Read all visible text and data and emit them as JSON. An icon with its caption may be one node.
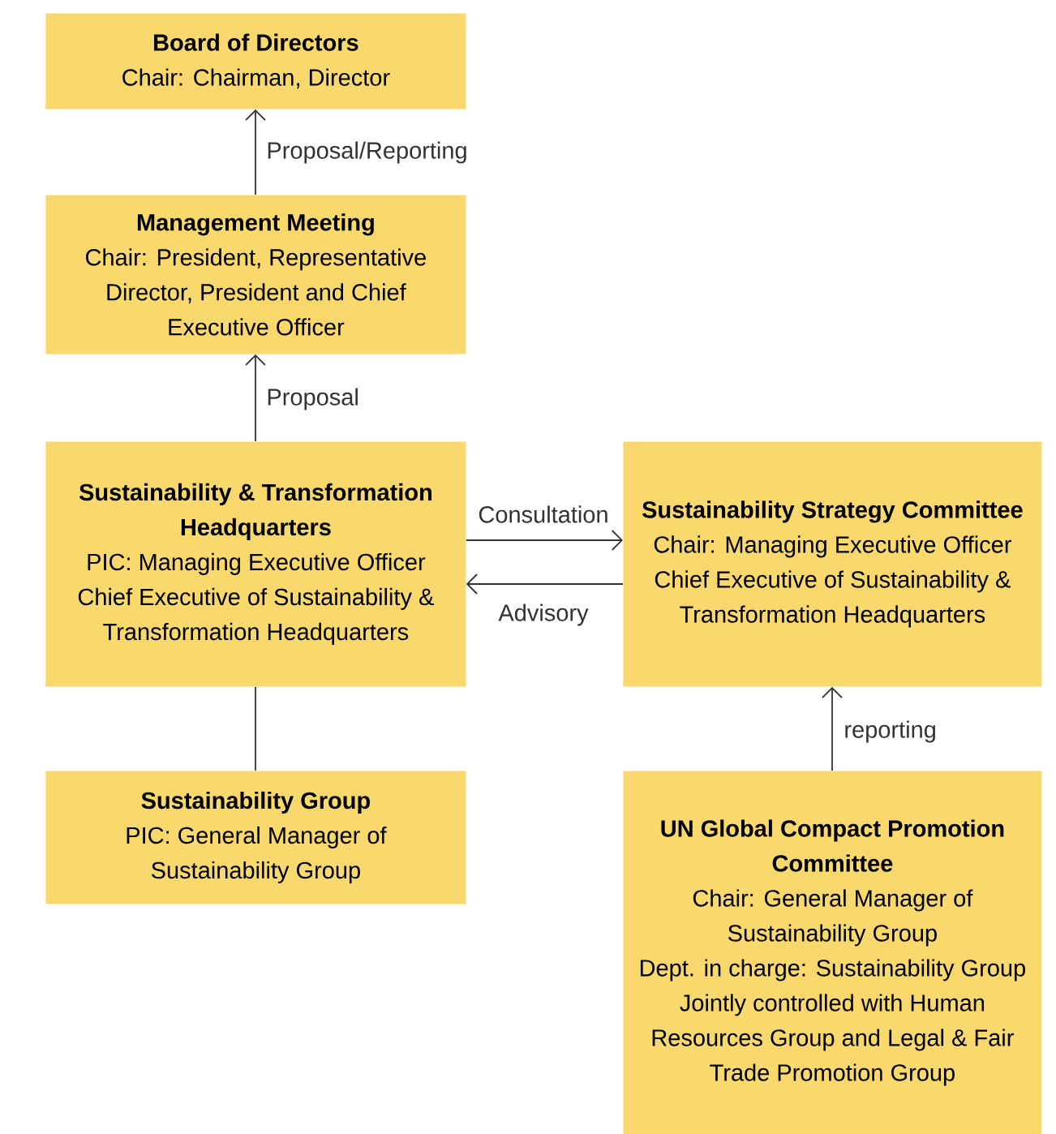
{
  "diagram": {
    "nodes": [
      {
        "text": [
          "Board of Directors",
          "Chair: Chairman, Director"
        ]
      },
      {
        "text": [
          "Management Meeting",
          "Chair: President, Representative Director, President and Chief Executive Officer"
        ]
      },
      {
        "text": [
          "Sustainability & Transformation Headquarters",
          "PIC: Managing Executive Officer",
          "Chief Executive of Sustainability & Transformation Headquarters"
        ]
      },
      {
        "text": [
          "Sustainability Strategy Committee",
          "Chair: Managing Executive Officer",
          "Chief Executive of Sustainability & Transformation Headquarters"
        ]
      },
      {
        "text": [
          "Sustainability Group",
          "PIC: General Manager of Sustainability Group"
        ]
      },
      {
        "text": [
          "UN Global Compact Promotion Committee",
          "Chair: General Manager of Sustainability Group",
          "Dept. in charge: Sustainability Group",
          "Jointly controlled with Human Resources Group and Legal & Fair Trade Promotion Group"
        ]
      }
    ],
    "edges": [
      {
        "from": 1,
        "to": 0,
        "arrow": "to",
        "label": "Proposal/Reporting"
      },
      {
        "from": 2,
        "to": 1,
        "arrow": "to",
        "label": "Proposal"
      },
      {
        "from": 2,
        "to": 3,
        "arrow": "to",
        "label": "Consultation"
      },
      {
        "from": 3,
        "to": 2,
        "arrow": "to",
        "label": "Advisory"
      },
      {
        "from": 2,
        "to": 4,
        "arrow": "none"
      },
      {
        "from": 5,
        "to": 3,
        "arrow": "to",
        "label": "reporting"
      }
    ]
  }
}
